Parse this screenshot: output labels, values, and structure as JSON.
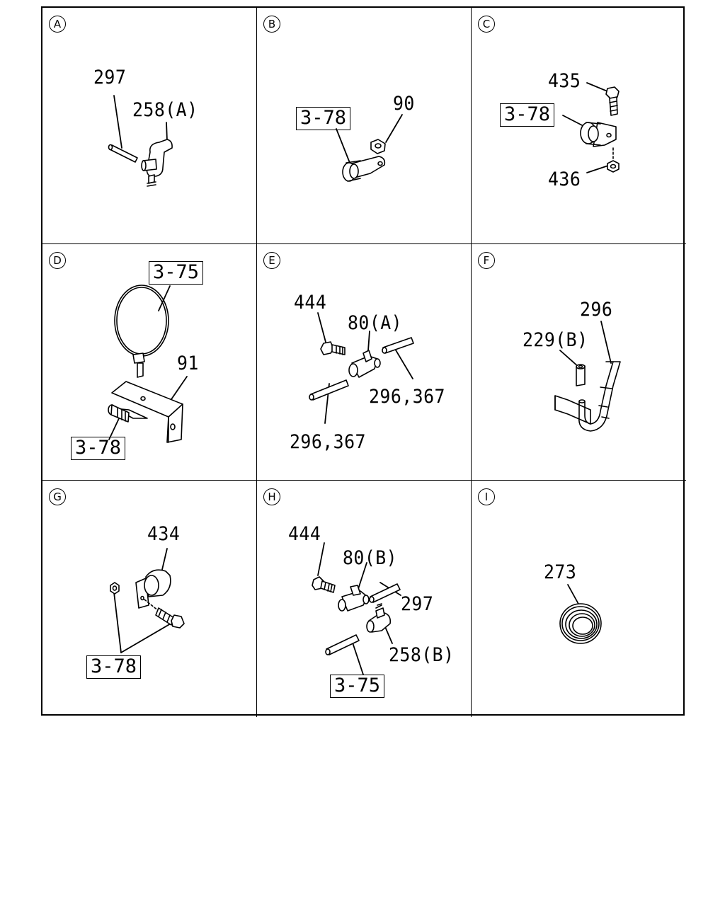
{
  "panels": [
    {
      "letter": "A",
      "labels": [
        "297",
        "258(A)"
      ],
      "boxes": []
    },
    {
      "letter": "B",
      "labels": [
        "90"
      ],
      "boxes": [
        "3-78"
      ]
    },
    {
      "letter": "C",
      "labels": [
        "435",
        "436"
      ],
      "boxes": [
        "3-78"
      ]
    },
    {
      "letter": "D",
      "labels": [
        "91"
      ],
      "boxes": [
        "3-75",
        "3-78"
      ]
    },
    {
      "letter": "E",
      "labels": [
        "444",
        "80(A)",
        "296,367",
        "296,367"
      ],
      "boxes": []
    },
    {
      "letter": "F",
      "labels": [
        "296",
        "229(B)"
      ],
      "boxes": []
    },
    {
      "letter": "G",
      "labels": [
        "434"
      ],
      "boxes": [
        "3-78"
      ]
    },
    {
      "letter": "H",
      "labels": [
        "444",
        "80(B)",
        "297",
        "258(B)"
      ],
      "boxes": [
        "3-75"
      ]
    },
    {
      "letter": "I",
      "labels": [
        "273"
      ],
      "boxes": []
    }
  ]
}
